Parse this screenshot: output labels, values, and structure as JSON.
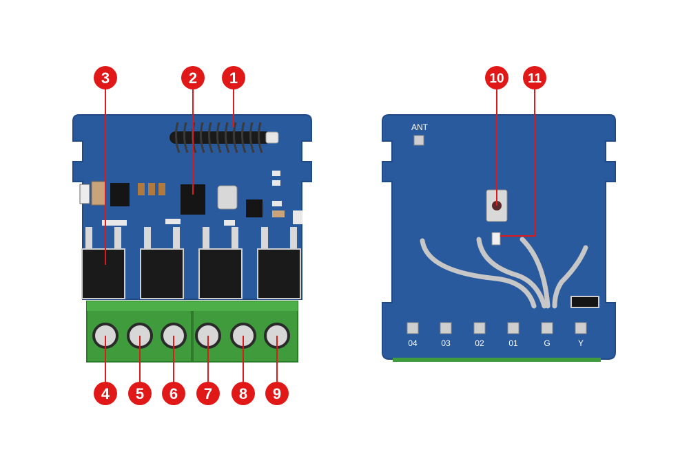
{
  "front_board": {
    "callouts": [
      {
        "number": "1"
      },
      {
        "number": "2"
      },
      {
        "number": "3"
      },
      {
        "number": "4"
      },
      {
        "number": "5"
      },
      {
        "number": "6"
      },
      {
        "number": "7"
      },
      {
        "number": "8"
      },
      {
        "number": "9"
      }
    ]
  },
  "back_board": {
    "antenna_label": "ANT",
    "pad_labels": [
      "04",
      "03",
      "02",
      "01",
      "G",
      "Y"
    ],
    "callouts": [
      {
        "number": "10"
      },
      {
        "number": "11"
      }
    ]
  },
  "colors": {
    "pcb_blue": "#2a5a9e",
    "callout_red": "#e01818",
    "terminal_green": "#3f9b3c",
    "silver": "#c7c7c7"
  }
}
